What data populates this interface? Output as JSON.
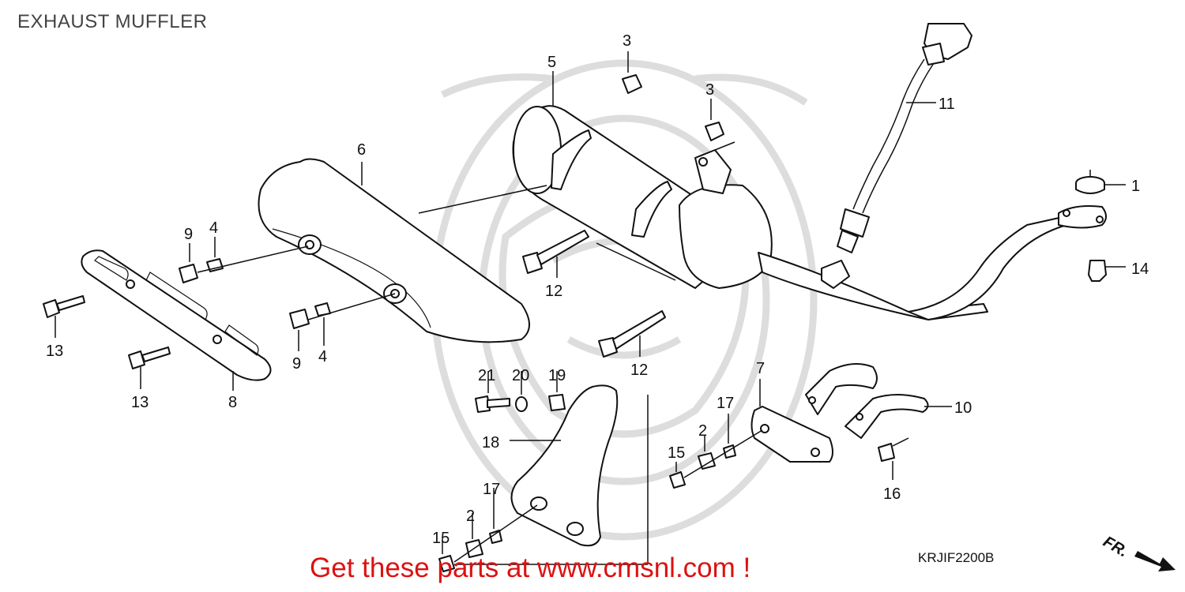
{
  "title": "EXHAUST MUFFLER",
  "cta": "Get these parts at www.cmsnl.com !",
  "diagram_code": "KRJIF2200B",
  "direction_marker": "FR.",
  "accent_color": "#dd1111",
  "callouts": {
    "c1": "1",
    "c2a": "2",
    "c2b": "2",
    "c3a": "3",
    "c3b": "3",
    "c4a": "4",
    "c4b": "4",
    "c5": "5",
    "c6": "6",
    "c7": "7",
    "c8": "8",
    "c9a": "9",
    "c9b": "9",
    "c10": "10",
    "c11": "11",
    "c12a": "12",
    "c12b": "12",
    "c13a": "13",
    "c13b": "13",
    "c14": "14",
    "c15a": "15",
    "c15b": "15",
    "c16": "16",
    "c17a": "17",
    "c17b": "17",
    "c18": "18",
    "c19": "19",
    "c20": "20",
    "c21": "21"
  }
}
